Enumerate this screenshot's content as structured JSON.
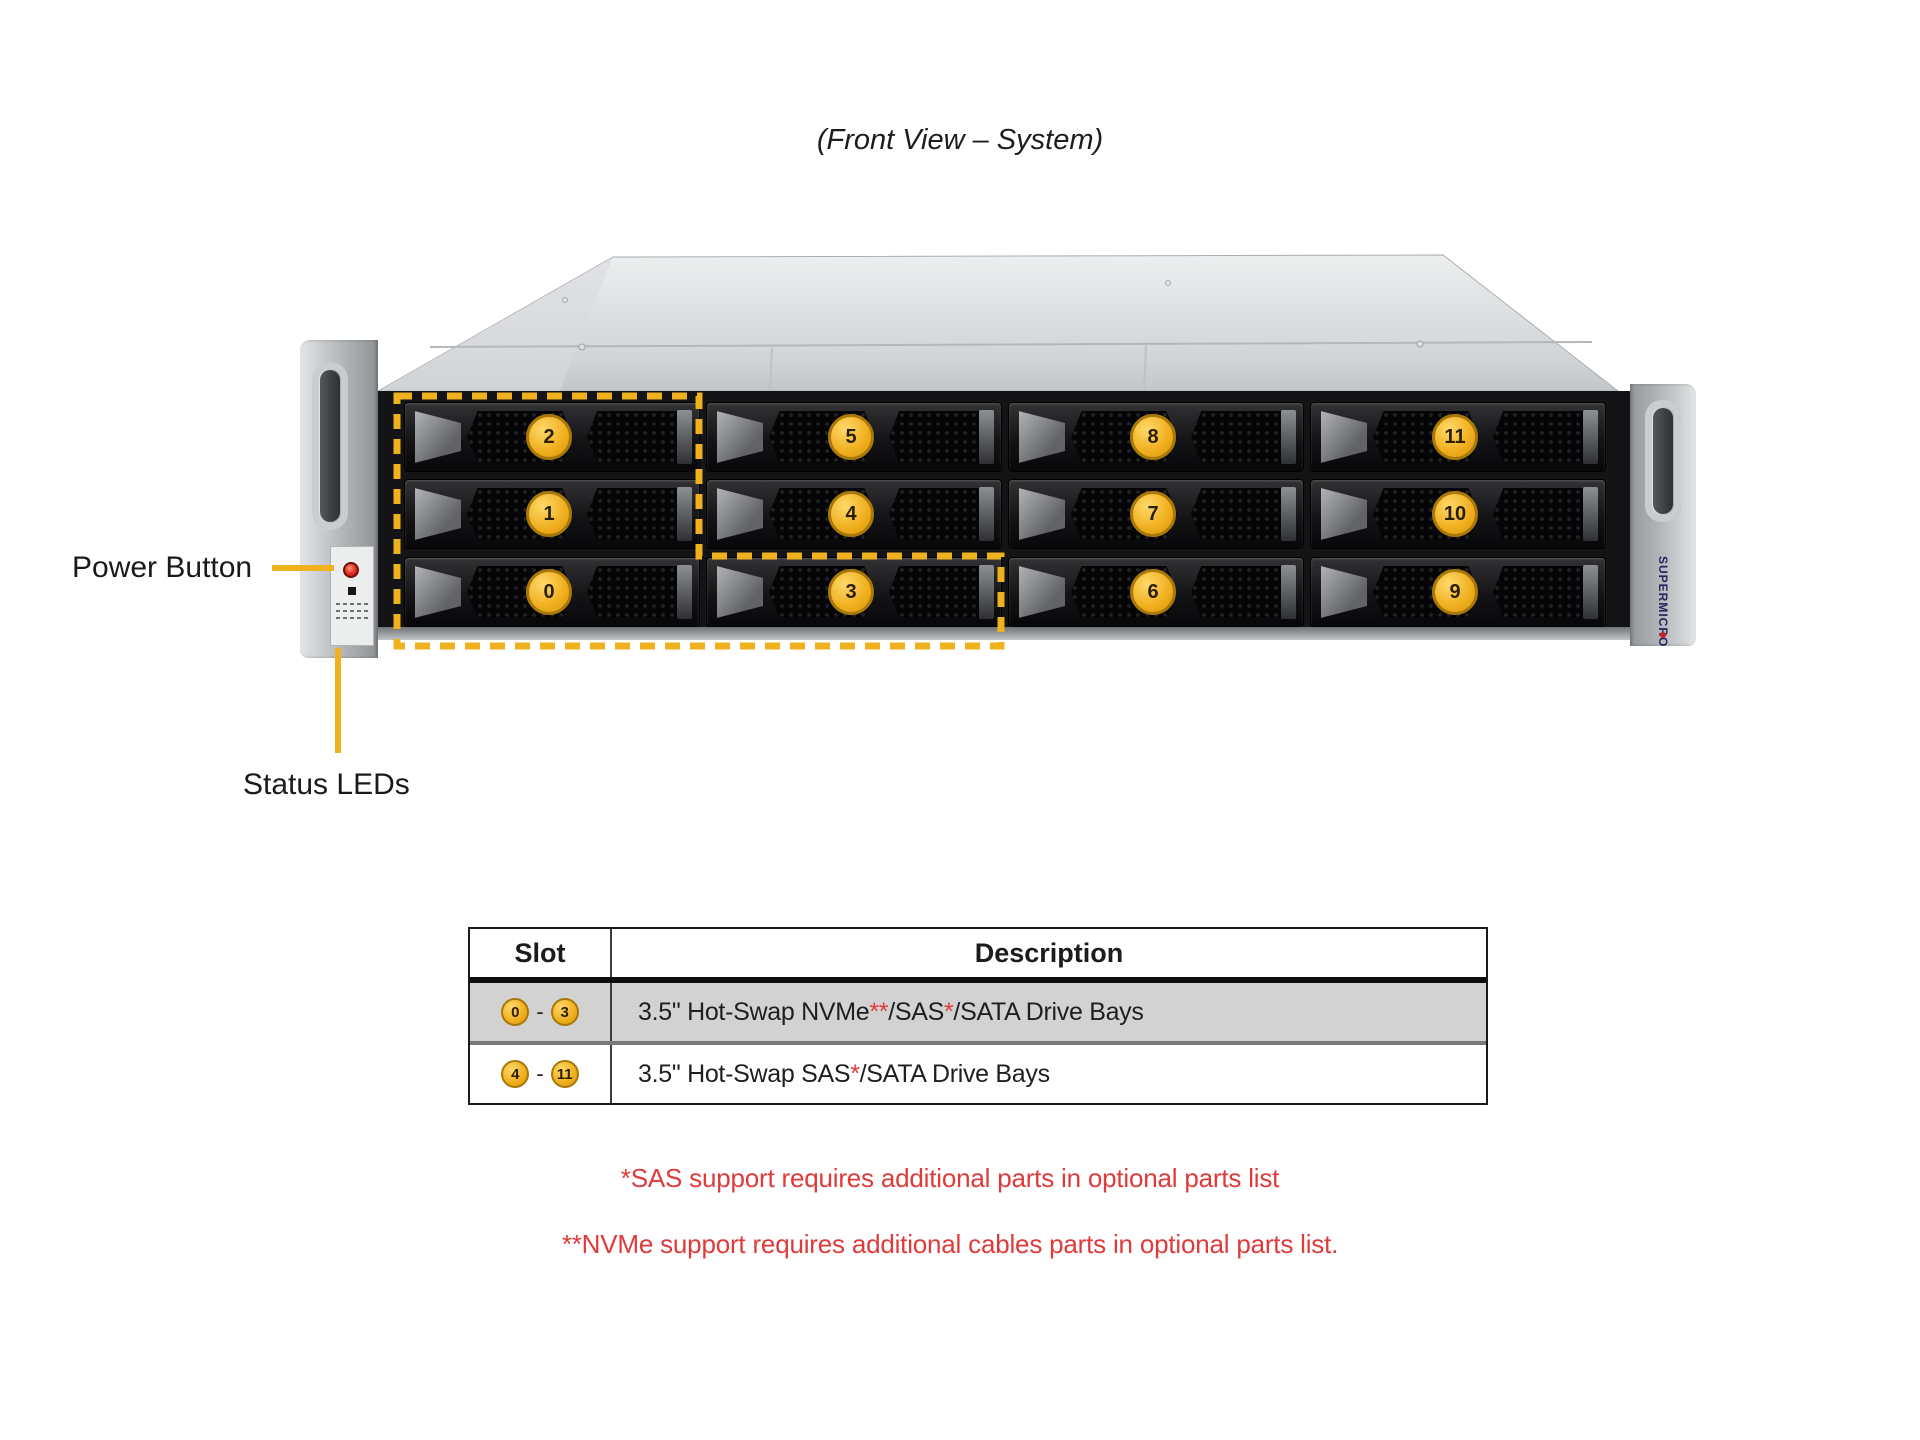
{
  "title": "(Front View – System)",
  "callouts": {
    "power_button": "Power Button",
    "status_leds": "Status LEDs"
  },
  "chassis": {
    "brand": "SUPERMICRO",
    "columns": [
      [
        "2",
        "1",
        "0"
      ],
      [
        "5",
        "4",
        "3"
      ],
      [
        "8",
        "7",
        "6"
      ],
      [
        "11",
        "10",
        "9"
      ]
    ],
    "highlighted_slots": "0-3"
  },
  "table": {
    "headers": [
      "Slot",
      "Description"
    ],
    "slot_separator": "-",
    "rows": [
      {
        "slot_from": "0",
        "slot_to": "3",
        "description_parts": [
          {
            "text": "3.5\" Hot-Swap NVMe",
            "red": false
          },
          {
            "text": "**",
            "red": true
          },
          {
            "text": "/SAS",
            "red": false
          },
          {
            "text": "*",
            "red": true
          },
          {
            "text": "/SATA Drive Bays",
            "red": false
          }
        ]
      },
      {
        "slot_from": "4",
        "slot_to": "11",
        "description_parts": [
          {
            "text": "3.5\" Hot-Swap SAS",
            "red": false
          },
          {
            "text": "*",
            "red": true
          },
          {
            "text": "/SATA Drive Bays",
            "red": false
          }
        ]
      }
    ]
  },
  "footnotes": [
    "*SAS support requires additional parts in optional parts list",
    "**NVMe support requires additional cables parts in optional parts list."
  ],
  "colors": {
    "accent_yellow": "#efb11d",
    "footnote_red": "#e03a3a",
    "table_row_gray": "#d2d2d2"
  }
}
